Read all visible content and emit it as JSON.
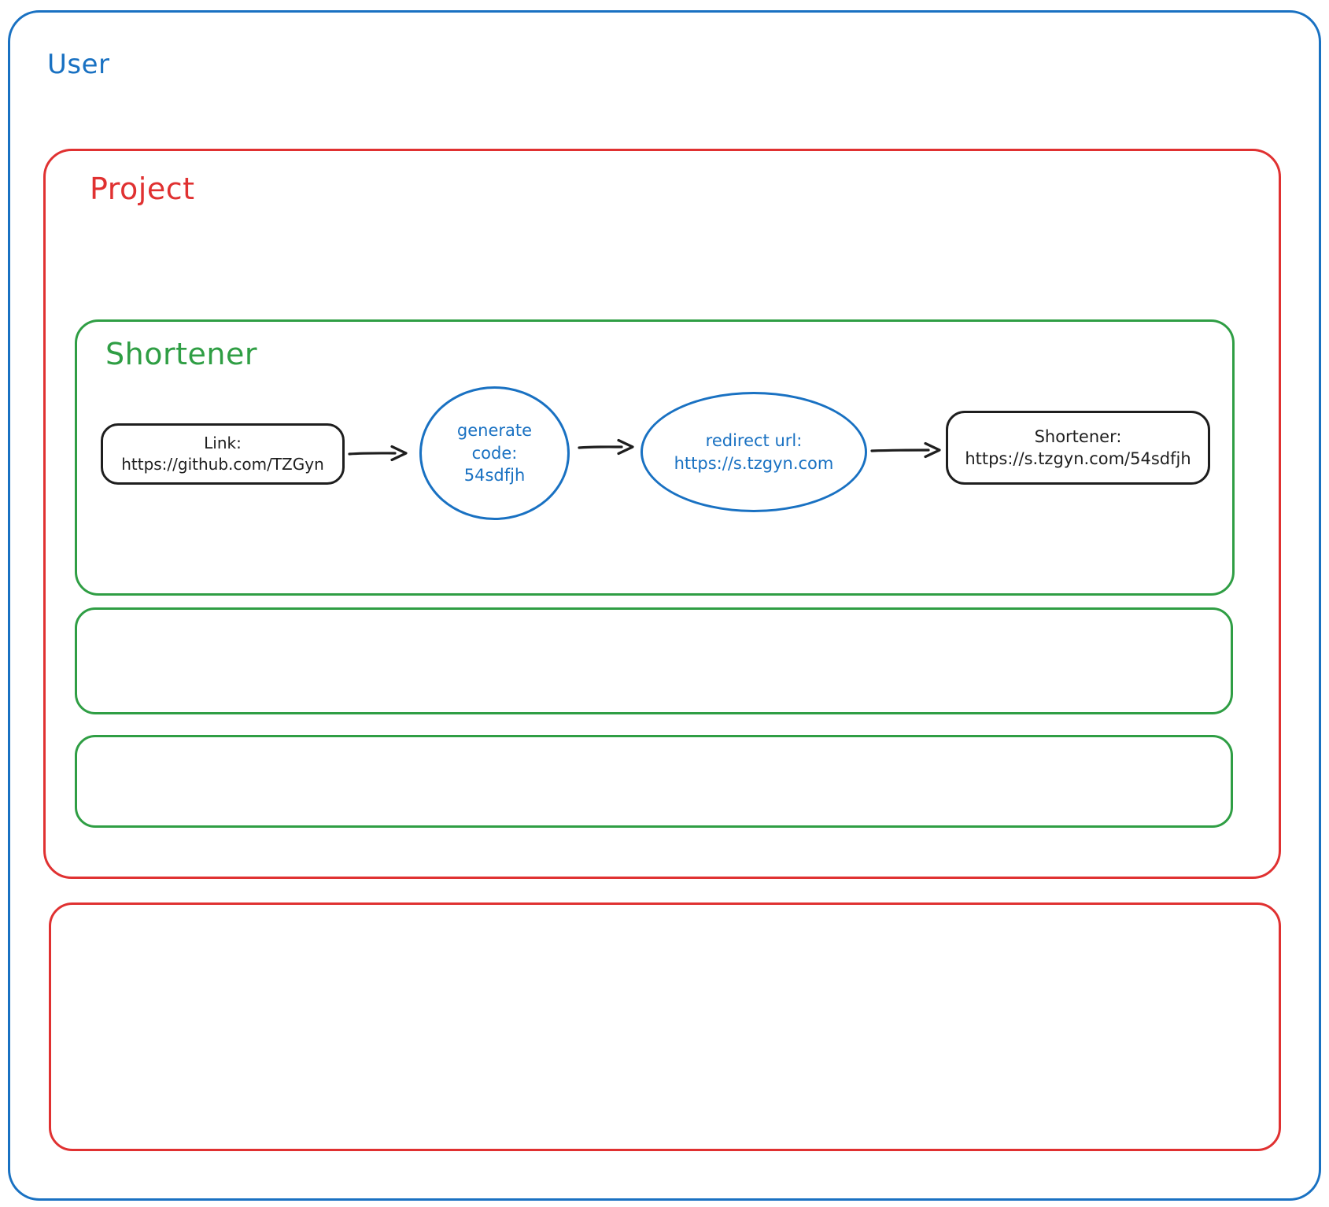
{
  "labels": {
    "user": "User",
    "project": "Project",
    "shortener": "Shortener"
  },
  "flow": {
    "link": {
      "title": "Link:",
      "url": "https://github.com/TZGyn"
    },
    "generate": {
      "l1": "generate",
      "l2": "code:",
      "l3": "54sdfjh"
    },
    "redirect": {
      "l1": "redirect url:",
      "l2": "https://s.tzgyn.com"
    },
    "result": {
      "l1": "Shortener:",
      "l2": "https://s.tzgyn.com/54sdfjh"
    }
  },
  "colors": {
    "blue": "#1971c2",
    "red": "#e03131",
    "green": "#2f9e44",
    "black": "#1e1e1e"
  }
}
